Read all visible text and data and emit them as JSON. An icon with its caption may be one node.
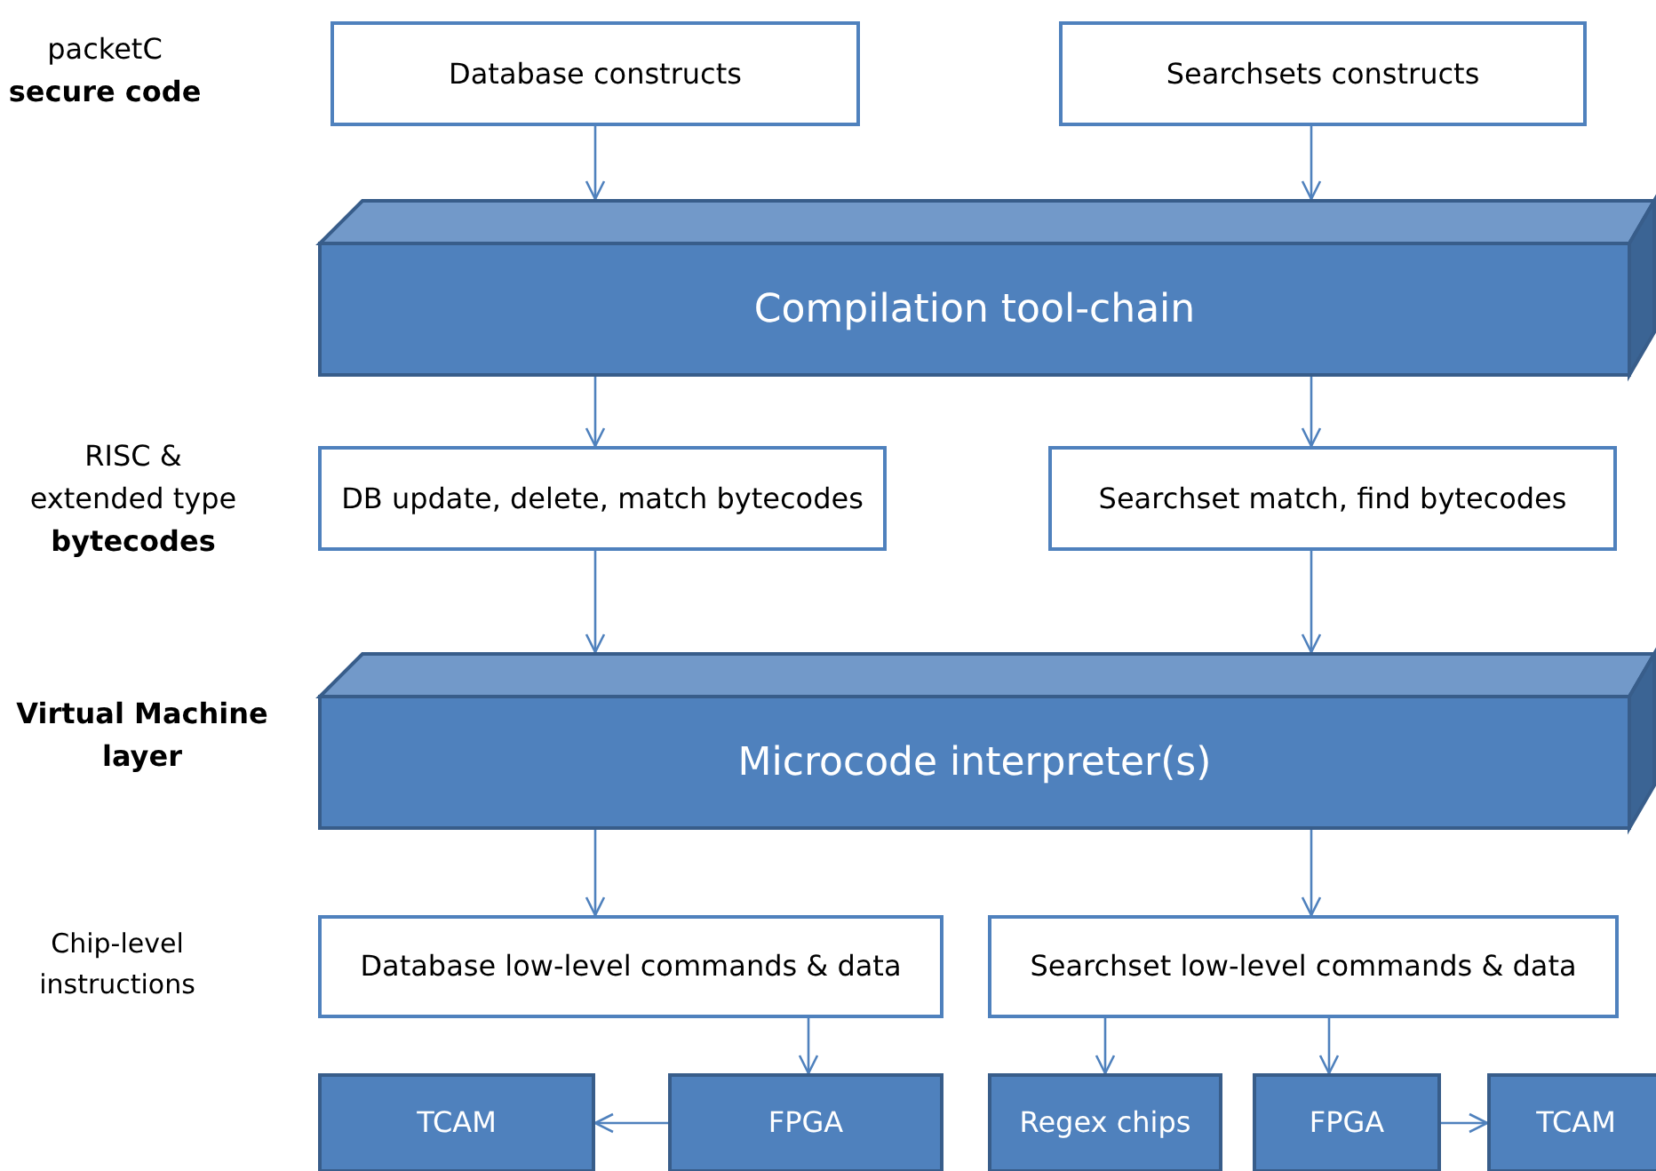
{
  "diagram": {
    "nodes": [
      {
        "text": [
          "Database constructs"
        ]
      },
      {
        "text": [
          "Searchsets constructs"
        ]
      },
      {
        "text": [
          "Compilation tool-chain"
        ]
      },
      {
        "text": [
          "DB update, delete, match bytecodes"
        ]
      },
      {
        "text": [
          "Searchset match, find bytecodes"
        ]
      },
      {
        "text": [
          "Microcode interpreter(s)"
        ]
      },
      {
        "text": [
          "Database low-level commands & data"
        ]
      },
      {
        "text": [
          "Searchset low-level commands & data"
        ]
      },
      {
        "text": [
          "TCAM"
        ]
      },
      {
        "text": [
          "FPGA"
        ]
      },
      {
        "text": [
          "Regex chips"
        ]
      },
      {
        "text": [
          "FPGA"
        ]
      },
      {
        "text": [
          "TCAM"
        ]
      }
    ],
    "edges": [
      {
        "from": 0,
        "to": 2,
        "arrow": "to"
      },
      {
        "from": 1,
        "to": 2,
        "arrow": "to"
      },
      {
        "from": 2,
        "to": 3,
        "arrow": "to"
      },
      {
        "from": 2,
        "to": 4,
        "arrow": "to"
      },
      {
        "from": 3,
        "to": 5,
        "arrow": "to"
      },
      {
        "from": 4,
        "to": 5,
        "arrow": "to"
      },
      {
        "from": 5,
        "to": 6,
        "arrow": "to"
      },
      {
        "from": 5,
        "to": 7,
        "arrow": "to"
      },
      {
        "from": 6,
        "to": 9,
        "arrow": "to"
      },
      {
        "from": 9,
        "to": 8,
        "arrow": "to"
      },
      {
        "from": 7,
        "to": 10,
        "arrow": "to"
      },
      {
        "from": 7,
        "to": 11,
        "arrow": "to"
      },
      {
        "from": 11,
        "to": 12,
        "arrow": "to"
      }
    ],
    "labels": [
      "packetC **secure code**",
      "RISC & extended type **bytecodes**",
      "Virtual Machine layer",
      "Chip-level instructions"
    ]
  }
}
